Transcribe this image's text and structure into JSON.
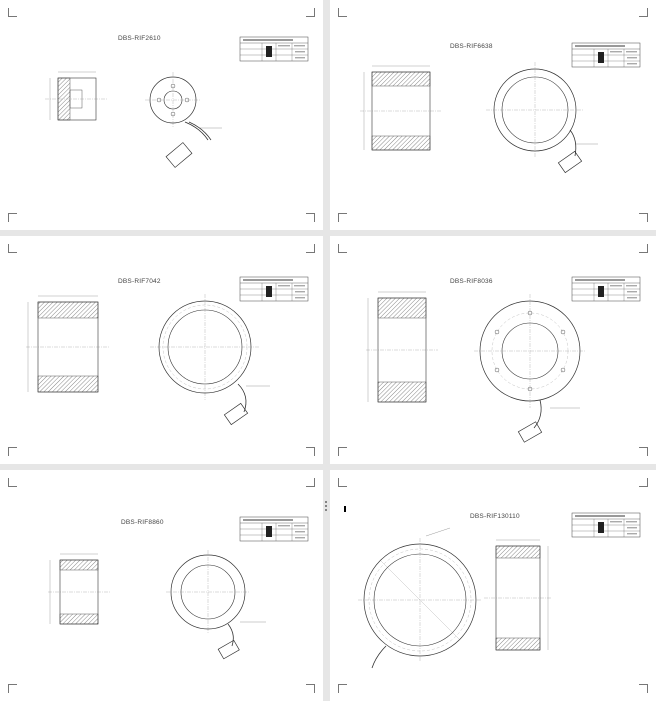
{
  "sheets": [
    {
      "title": "DBS-RIF2610"
    },
    {
      "title": "DBS-RIF6638"
    },
    {
      "title": "DBS-RIF7042"
    },
    {
      "title": "DBS-RIF8036"
    },
    {
      "title": "DBS-RIF8860"
    },
    {
      "title": "DBS-RIF130110"
    }
  ]
}
